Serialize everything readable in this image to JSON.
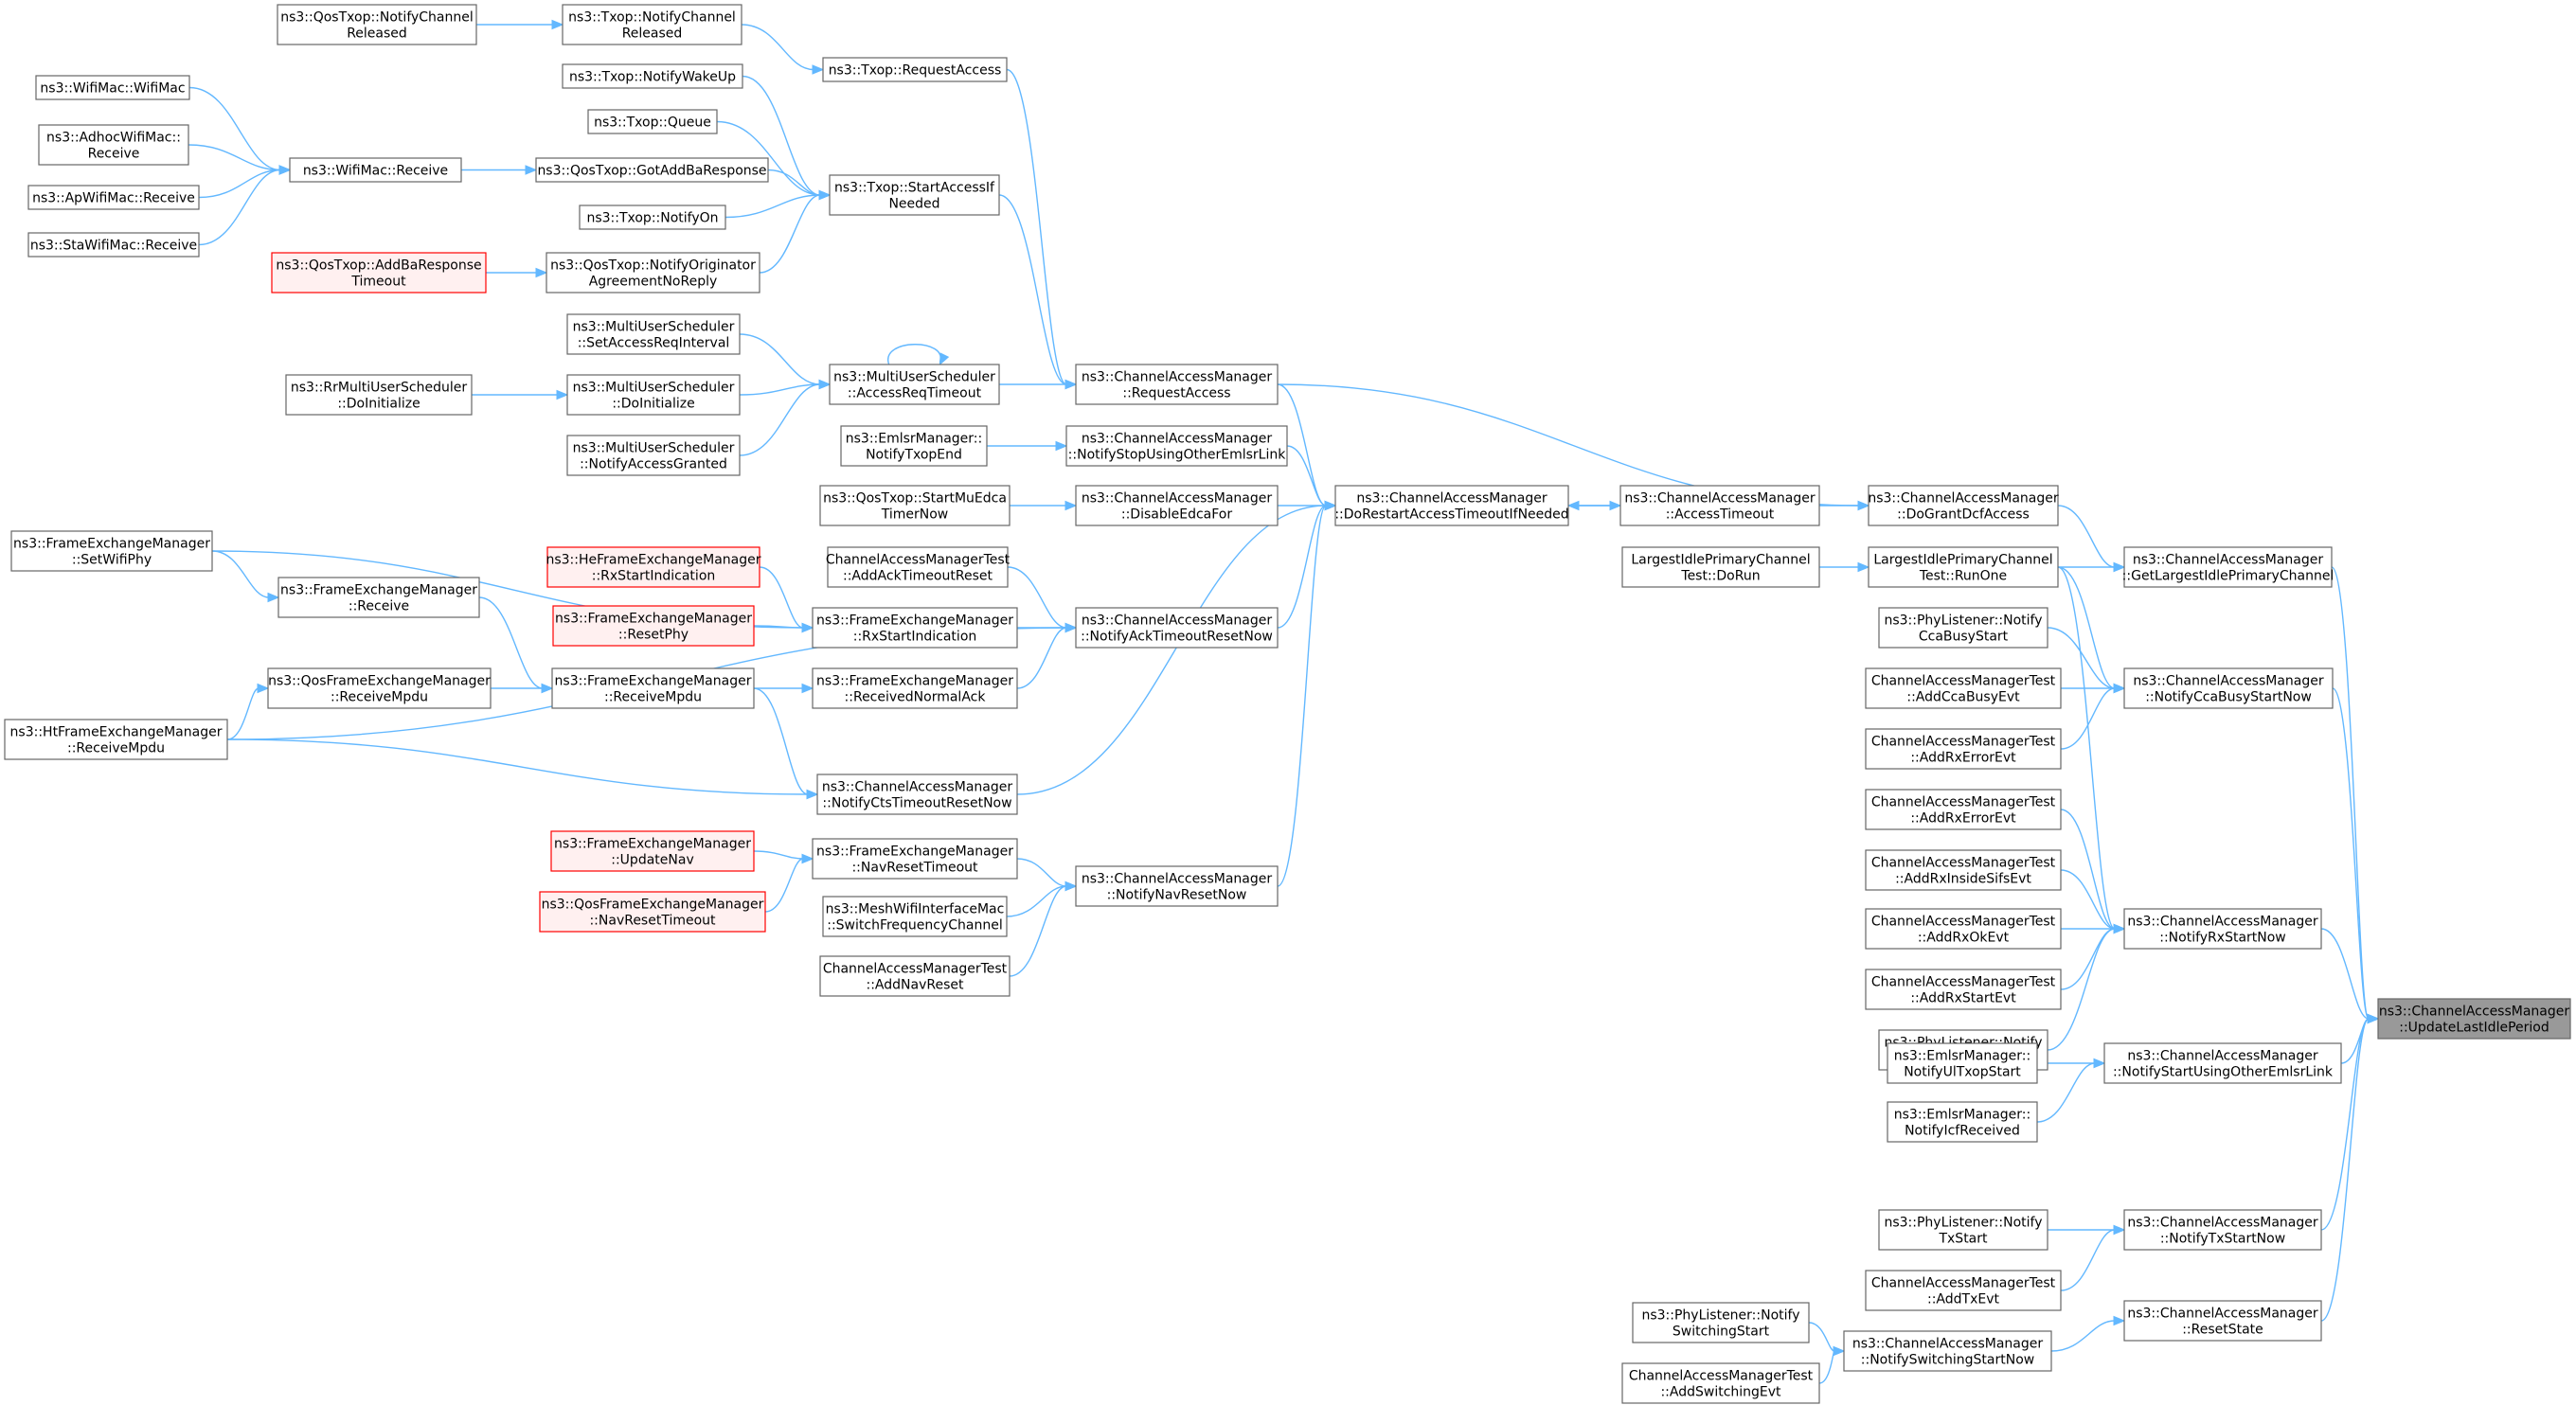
{
  "diagram": {
    "colors": {
      "edge": "#63b8ff",
      "node_border": "#666666",
      "node_fill": "#ffffff",
      "highlight_border": "#ff0000",
      "highlight_fill": "#fff0f0",
      "root_fill": "#999999"
    },
    "nodes": [
      {
        "id": "n1",
        "lines": [
          "ns3::QosTxop::NotifyChannel",
          "Released"
        ]
      },
      {
        "id": "n2",
        "lines": [
          "ns3::Txop::NotifyChannel",
          "Released"
        ]
      },
      {
        "id": "n3",
        "lines": [
          "ns3::Txop::RequestAccess"
        ]
      },
      {
        "id": "n4",
        "lines": [
          "ns3::Txop::NotifyWakeUp"
        ]
      },
      {
        "id": "n5",
        "lines": [
          "ns3::WifiMac::WifiMac"
        ]
      },
      {
        "id": "n6",
        "lines": [
          "ns3::Txop::Queue"
        ]
      },
      {
        "id": "n7",
        "lines": [
          "ns3::AdhocWifiMac::",
          "Receive"
        ]
      },
      {
        "id": "n8",
        "lines": [
          "ns3::WifiMac::Receive"
        ]
      },
      {
        "id": "n9",
        "lines": [
          "ns3::QosTxop::GotAddBaResponse"
        ]
      },
      {
        "id": "n10",
        "lines": [
          "ns3::Txop::StartAccessIf",
          "Needed"
        ]
      },
      {
        "id": "n11",
        "lines": [
          "ns3::ApWifiMac::Receive"
        ]
      },
      {
        "id": "n12",
        "lines": [
          "ns3::Txop::NotifyOn"
        ]
      },
      {
        "id": "n13",
        "lines": [
          "ns3::StaWifiMac::Receive"
        ]
      },
      {
        "id": "n14",
        "lines": [
          "ns3::QosTxop::AddBaResponse",
          "Timeout"
        ],
        "style": "red"
      },
      {
        "id": "n15",
        "lines": [
          "ns3::QosTxop::NotifyOriginator",
          "AgreementNoReply"
        ]
      },
      {
        "id": "n16",
        "lines": [
          "ns3::MultiUserScheduler",
          "::SetAccessReqInterval"
        ]
      },
      {
        "id": "n17",
        "lines": [
          "ns3::MultiUserScheduler",
          "::AccessReqTimeout"
        ]
      },
      {
        "id": "n18",
        "lines": [
          "ns3::ChannelAccessManager",
          "::RequestAccess"
        ]
      },
      {
        "id": "n19",
        "lines": [
          "ns3::RrMultiUserScheduler",
          "::DoInitialize"
        ]
      },
      {
        "id": "n20",
        "lines": [
          "ns3::MultiUserScheduler",
          "::DoInitialize"
        ]
      },
      {
        "id": "n21",
        "lines": [
          "ns3::EmlsrManager::",
          "NotifyTxopEnd"
        ]
      },
      {
        "id": "n22",
        "lines": [
          "ns3::ChannelAccessManager",
          "::NotifyStopUsingOtherEmlsrLink"
        ]
      },
      {
        "id": "n23",
        "lines": [
          "ns3::MultiUserScheduler",
          "::NotifyAccessGranted"
        ]
      },
      {
        "id": "n24",
        "lines": [
          "ns3::QosTxop::StartMuEdca",
          "TimerNow"
        ]
      },
      {
        "id": "n25",
        "lines": [
          "ns3::ChannelAccessManager",
          "::DisableEdcaFor"
        ]
      },
      {
        "id": "n26",
        "lines": [
          "ns3::ChannelAccessManager",
          "::DoRestartAccessTimeoutIfNeeded"
        ]
      },
      {
        "id": "n27",
        "lines": [
          "ns3::ChannelAccessManager",
          "::AccessTimeout"
        ]
      },
      {
        "id": "n28",
        "lines": [
          "ns3::ChannelAccessManager",
          "::DoGrantDcfAccess"
        ]
      },
      {
        "id": "n29",
        "lines": [
          "ns3::FrameExchangeManager",
          "::SetWifiPhy"
        ]
      },
      {
        "id": "n30",
        "lines": [
          "ns3::HeFrameExchangeManager",
          "::RxStartIndication"
        ],
        "style": "red"
      },
      {
        "id": "n31",
        "lines": [
          "ChannelAccessManagerTest",
          "::AddAckTimeoutReset"
        ]
      },
      {
        "id": "n32",
        "lines": [
          "LargestIdlePrimaryChannel",
          "Test::DoRun"
        ]
      },
      {
        "id": "n33",
        "lines": [
          "LargestIdlePrimaryChannel",
          "Test::RunOne"
        ]
      },
      {
        "id": "n34",
        "lines": [
          "ns3::ChannelAccessManager",
          "::GetLargestIdlePrimaryChannel"
        ]
      },
      {
        "id": "n35",
        "lines": [
          "ns3::FrameExchangeManager",
          "::Receive"
        ]
      },
      {
        "id": "n36",
        "lines": [
          "ns3::FrameExchangeManager",
          "::ResetPhy"
        ],
        "style": "red"
      },
      {
        "id": "n37",
        "lines": [
          "ns3::FrameExchangeManager",
          "::RxStartIndication"
        ]
      },
      {
        "id": "n38",
        "lines": [
          "ns3::ChannelAccessManager",
          "::NotifyAckTimeoutResetNow"
        ]
      },
      {
        "id": "n39",
        "lines": [
          "ns3::PhyListener::Notify",
          "CcaBusyStart"
        ]
      },
      {
        "id": "n40",
        "lines": [
          "ns3::QosFrameExchangeManager",
          "::ReceiveMpdu"
        ]
      },
      {
        "id": "n41",
        "lines": [
          "ns3::FrameExchangeManager",
          "::ReceiveMpdu"
        ]
      },
      {
        "id": "n42",
        "lines": [
          "ns3::FrameExchangeManager",
          "::ReceivedNormalAck"
        ]
      },
      {
        "id": "n43",
        "lines": [
          "ChannelAccessManagerTest",
          "::AddCcaBusyEvt"
        ]
      },
      {
        "id": "n44",
        "lines": [
          "ns3::ChannelAccessManager",
          "::NotifyCcaBusyStartNow"
        ]
      },
      {
        "id": "n45",
        "lines": [
          "ns3::HtFrameExchangeManager",
          "::ReceiveMpdu"
        ]
      },
      {
        "id": "n46",
        "lines": [
          "ChannelAccessManagerTest",
          "::AddRxErrorEvt"
        ]
      },
      {
        "id": "n47",
        "lines": [
          "ns3::ChannelAccessManager",
          "::NotifyCtsTimeoutResetNow"
        ]
      },
      {
        "id": "n48",
        "lines": [
          "ChannelAccessManagerTest",
          "::AddRxErrorEvt"
        ]
      },
      {
        "id": "n49",
        "lines": [
          "ns3::FrameExchangeManager",
          "::UpdateNav"
        ],
        "style": "red"
      },
      {
        "id": "n50",
        "lines": [
          "ns3::FrameExchangeManager",
          "::NavResetTimeout"
        ]
      },
      {
        "id": "n51",
        "lines": [
          "ChannelAccessManagerTest",
          "::AddRxInsideSifsEvt"
        ]
      },
      {
        "id": "n52",
        "lines": [
          "ns3::ChannelAccessManager",
          "::NotifyNavResetNow"
        ]
      },
      {
        "id": "n53",
        "lines": [
          "ns3::QosFrameExchangeManager",
          "::NavResetTimeout"
        ],
        "style": "red"
      },
      {
        "id": "n54",
        "lines": [
          "ns3::MeshWifiInterfaceMac",
          "::SwitchFrequencyChannel"
        ]
      },
      {
        "id": "n55",
        "lines": [
          "ChannelAccessManagerTest",
          "::AddRxOkEvt"
        ]
      },
      {
        "id": "n56",
        "lines": [
          "ns3::ChannelAccessManager",
          "::NotifyRxStartNow"
        ]
      },
      {
        "id": "n57",
        "lines": [
          "ChannelAccessManagerTest",
          "::AddNavReset"
        ]
      },
      {
        "id": "n58",
        "lines": [
          "ChannelAccessManagerTest",
          "::AddRxStartEvt"
        ]
      },
      {
        "id": "n59",
        "lines": [
          "ns3::ChannelAccessManager",
          "::UpdateLastIdlePeriod"
        ],
        "style": "root"
      },
      {
        "id": "n60",
        "lines": [
          "ns3::PhyListener::Notify",
          "RxStart"
        ]
      },
      {
        "id": "n61",
        "lines": [
          "ns3::EmlsrManager::",
          "NotifyUlTxopStart"
        ]
      },
      {
        "id": "n62",
        "lines": [
          "ns3::ChannelAccessManager",
          "::NotifyStartUsingOtherEmlsrLink"
        ]
      },
      {
        "id": "n63",
        "lines": [
          "ns3::EmlsrManager::",
          "NotifyIcfReceived"
        ]
      },
      {
        "id": "n64",
        "lines": [
          "ns3::PhyListener::Notify",
          "TxStart"
        ]
      },
      {
        "id": "n65",
        "lines": [
          "ns3::ChannelAccessManager",
          "::NotifyTxStartNow"
        ]
      },
      {
        "id": "n66",
        "lines": [
          "ChannelAccessManagerTest",
          "::AddTxEvt"
        ]
      },
      {
        "id": "n67",
        "lines": [
          "ns3::PhyListener::Notify",
          "SwitchingStart"
        ]
      },
      {
        "id": "n68",
        "lines": [
          "ns3::ChannelAccessManager",
          "::ResetState"
        ]
      },
      {
        "id": "n69",
        "lines": [
          "ns3::ChannelAccessManager",
          "::NotifySwitchingStartNow"
        ]
      },
      {
        "id": "n70",
        "lines": [
          "ChannelAccessManagerTest",
          "::AddSwitchingEvt"
        ]
      }
    ],
    "edges": [
      {
        "from": "n1",
        "to": "n2"
      },
      {
        "from": "n2",
        "to": "n3"
      },
      {
        "from": "n3",
        "to": "n18"
      },
      {
        "from": "n4",
        "to": "n10"
      },
      {
        "from": "n5",
        "to": "n8"
      },
      {
        "from": "n6",
        "to": "n10"
      },
      {
        "from": "n7",
        "to": "n8"
      },
      {
        "from": "n8",
        "to": "n9"
      },
      {
        "from": "n9",
        "to": "n10"
      },
      {
        "from": "n11",
        "to": "n8"
      },
      {
        "from": "n12",
        "to": "n10"
      },
      {
        "from": "n13",
        "to": "n8"
      },
      {
        "from": "n14",
        "to": "n15"
      },
      {
        "from": "n15",
        "to": "n10"
      },
      {
        "from": "n10",
        "to": "n18"
      },
      {
        "from": "n16",
        "to": "n17"
      },
      {
        "from": "n17",
        "to": "n17"
      },
      {
        "from": "n17",
        "to": "n18"
      },
      {
        "from": "n19",
        "to": "n20"
      },
      {
        "from": "n20",
        "to": "n17"
      },
      {
        "from": "n23",
        "to": "n17"
      },
      {
        "from": "n21",
        "to": "n22"
      },
      {
        "from": "n22",
        "to": "n26"
      },
      {
        "from": "n24",
        "to": "n25"
      },
      {
        "from": "n25",
        "to": "n26"
      },
      {
        "from": "n18",
        "to": "n26"
      },
      {
        "from": "n18",
        "to": "n28"
      },
      {
        "from": "n27",
        "to": "n26"
      },
      {
        "from": "n26",
        "to": "n27"
      },
      {
        "from": "n27",
        "to": "n28"
      },
      {
        "from": "n28",
        "to": "n34"
      },
      {
        "from": "n29",
        "to": "n37"
      },
      {
        "from": "n29",
        "to": "n35"
      },
      {
        "from": "n30",
        "to": "n37"
      },
      {
        "from": "n36",
        "to": "n37"
      },
      {
        "from": "n37",
        "to": "n38"
      },
      {
        "from": "n31",
        "to": "n38"
      },
      {
        "from": "n38",
        "to": "n26"
      },
      {
        "from": "n35",
        "to": "n41"
      },
      {
        "from": "n40",
        "to": "n41"
      },
      {
        "from": "n45",
        "to": "n40"
      },
      {
        "from": "n41",
        "to": "n42"
      },
      {
        "from": "n42",
        "to": "n38"
      },
      {
        "from": "n45",
        "to": "n38"
      },
      {
        "from": "n41",
        "to": "n47"
      },
      {
        "from": "n45",
        "to": "n47"
      },
      {
        "from": "n47",
        "to": "n26"
      },
      {
        "from": "n49",
        "to": "n50"
      },
      {
        "from": "n53",
        "to": "n50"
      },
      {
        "from": "n50",
        "to": "n52"
      },
      {
        "from": "n54",
        "to": "n52"
      },
      {
        "from": "n57",
        "to": "n52"
      },
      {
        "from": "n52",
        "to": "n26"
      },
      {
        "from": "n32",
        "to": "n33"
      },
      {
        "from": "n33",
        "to": "n34"
      },
      {
        "from": "n34",
        "to": "n59"
      },
      {
        "from": "n33",
        "to": "n44"
      },
      {
        "from": "n33",
        "to": "n56"
      },
      {
        "from": "n39",
        "to": "n44"
      },
      {
        "from": "n43",
        "to": "n44"
      },
      {
        "from": "n46",
        "to": "n44"
      },
      {
        "from": "n44",
        "to": "n59"
      },
      {
        "from": "n48",
        "to": "n56"
      },
      {
        "from": "n51",
        "to": "n56"
      },
      {
        "from": "n55",
        "to": "n56"
      },
      {
        "from": "n58",
        "to": "n56"
      },
      {
        "from": "n60",
        "to": "n56"
      },
      {
        "from": "n56",
        "to": "n59"
      },
      {
        "from": "n61",
        "to": "n62"
      },
      {
        "from": "n63",
        "to": "n62"
      },
      {
        "from": "n62",
        "to": "n59"
      },
      {
        "from": "n64",
        "to": "n65"
      },
      {
        "from": "n66",
        "to": "n65"
      },
      {
        "from": "n65",
        "to": "n59"
      },
      {
        "from": "n67",
        "to": "n69"
      },
      {
        "from": "n70",
        "to": "n69"
      },
      {
        "from": "n69",
        "to": "n68"
      },
      {
        "from": "n68",
        "to": "n59"
      }
    ]
  }
}
